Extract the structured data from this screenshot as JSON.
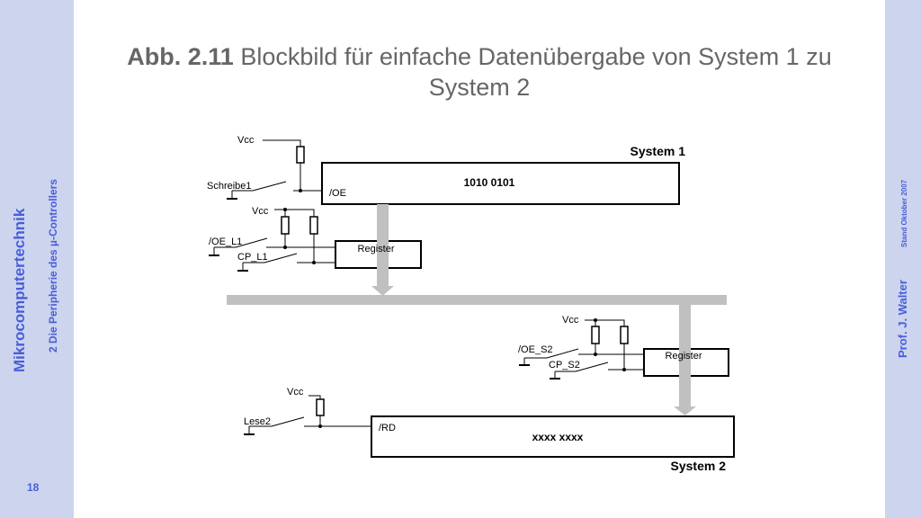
{
  "sidebar": {
    "course_title": "Mikrocomputertechnik",
    "chapter_title": "2 Die Peripherie des µ-Controllers",
    "page_number": "18"
  },
  "right_sidebar": {
    "author": "Prof. J. Walter",
    "date": "Stand Oktober 2007"
  },
  "slide": {
    "title_prefix": "Abb. 2.11",
    "title_text": " Blockbild für einfache Datenübergabe von System 1 zu System 2"
  },
  "diagram": {
    "system1": {
      "label": "System 1",
      "value": "1010 0101",
      "pin": "/OE"
    },
    "system2": {
      "label": "System 2",
      "value": "xxxx xxxx",
      "pin": "/RD"
    },
    "register1": {
      "label": "Register"
    },
    "register2": {
      "label": "Register"
    },
    "signals": {
      "vcc_1": "Vcc",
      "schreibe1": "Schreibe1",
      "vcc_2": "Vcc",
      "oe_l1": "/OE_L1",
      "cp_l1": "CP_L1",
      "vcc_3": "Vcc",
      "oe_s2": "/OE_S2",
      "cp_s2": "CP_S2",
      "vcc_4": "Vcc",
      "lese2": "Lese2"
    },
    "colors": {
      "bus": "#c0c0c0",
      "accent": "#4a5ed8"
    }
  }
}
